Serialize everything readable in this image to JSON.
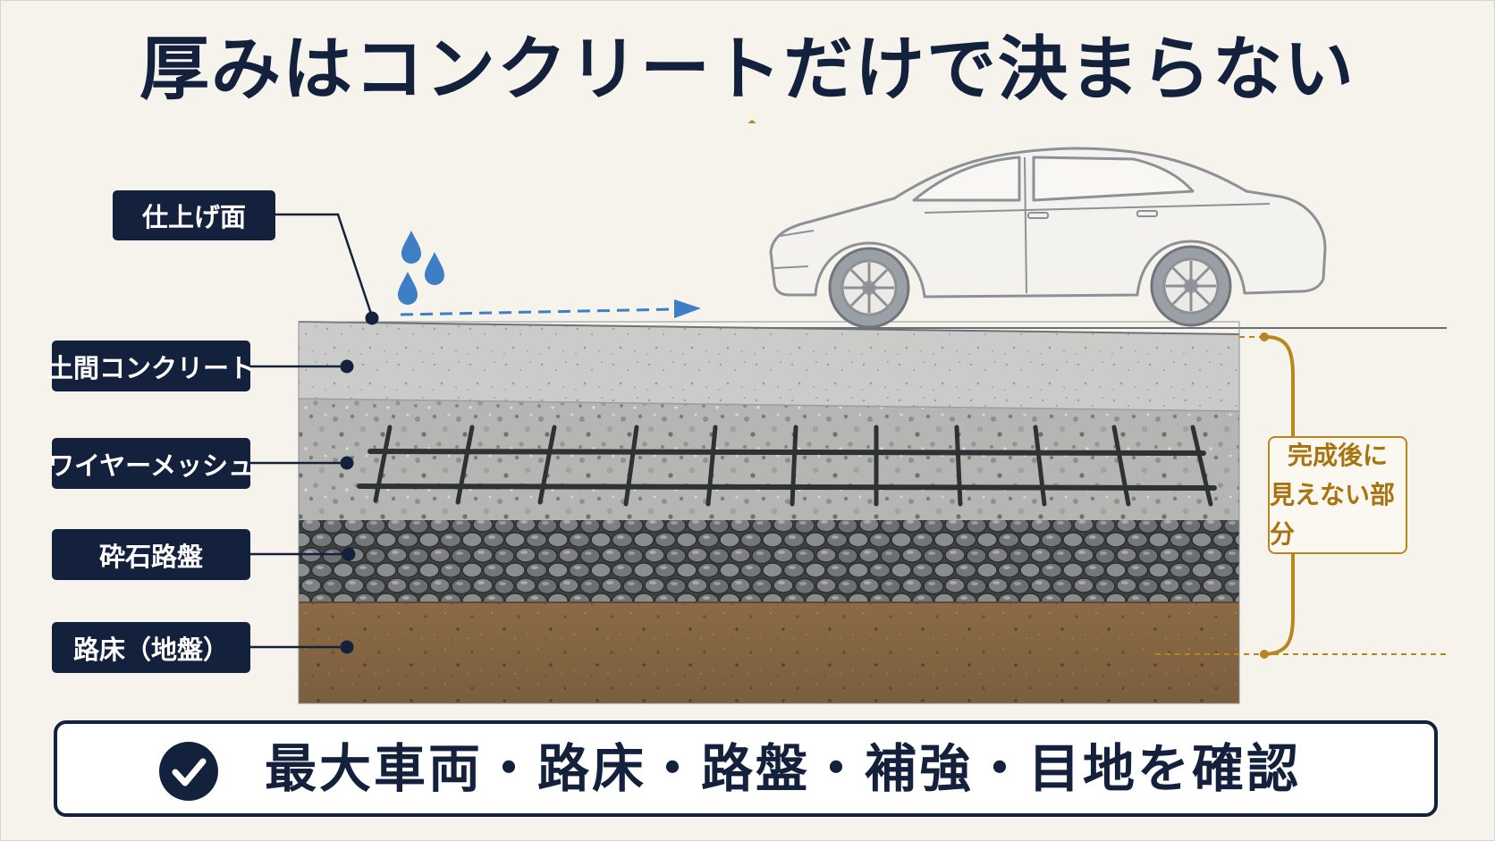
{
  "title": "厚みはコンクリートだけで決まらない",
  "labels": {
    "surface": "仕上げ面",
    "concrete": "土間コンクリート",
    "mesh": "ワイヤーメッシュ",
    "gravel": "砕石路盤",
    "subgrade": "路床（地盤）"
  },
  "callout": {
    "line1": "完成後に",
    "line2": "見えない部分"
  },
  "bottom": {
    "text": "最大車両・路床・路盤・補強・目地を確認"
  },
  "icons": {
    "check": "check-circle-icon",
    "water": "water-drop-icon",
    "flow": "arrow-right-icon",
    "car": "car-icon"
  },
  "colors": {
    "navy": "#14213d",
    "gold": "#b8861c",
    "water": "#3d7fc4",
    "concrete": "#c9c9c7",
    "soil": "#8a6a45"
  }
}
